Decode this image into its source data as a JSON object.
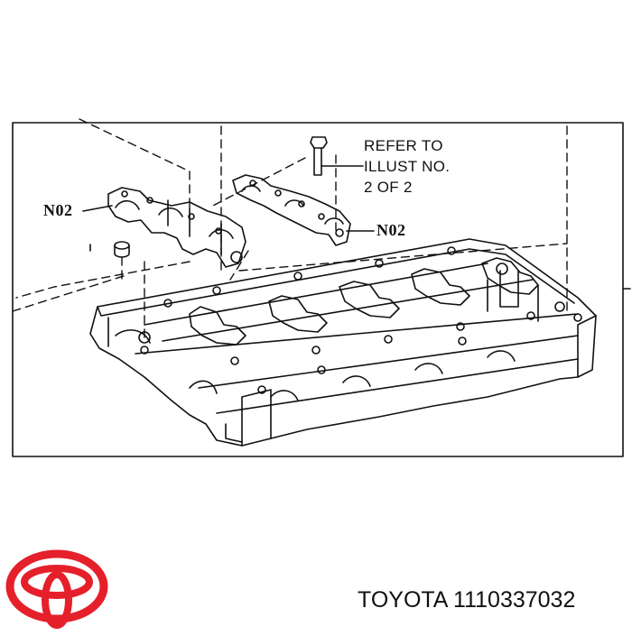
{
  "diagram": {
    "reference_note": {
      "line1": "REFER TO",
      "line2": "ILLUST NO.",
      "line3": "2 OF 2"
    },
    "callouts": {
      "left": "N02",
      "right": "N02"
    }
  },
  "footer": {
    "part_caption": "TOYOTA 1110337032"
  },
  "logo": {
    "brand": "TOYOTA",
    "color": "#e5202b"
  },
  "colors": {
    "line": "#111111",
    "background": "#ffffff"
  }
}
